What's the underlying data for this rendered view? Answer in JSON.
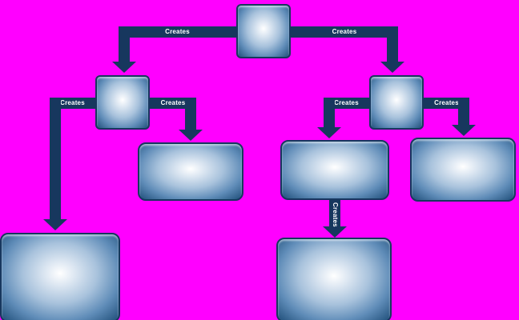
{
  "diagram": {
    "colors": {
      "background": "#FF00FF",
      "connector": "#17375E",
      "label_text": "#FFFFFF",
      "node_border": "#17375E",
      "node_center": "#FFFFFF",
      "node_edge": "#1F4E79"
    },
    "nodes": [
      {
        "id": "root"
      },
      {
        "id": "branch-left"
      },
      {
        "id": "branch-right"
      },
      {
        "id": "leaf-mid-left"
      },
      {
        "id": "leaf-mid-center"
      },
      {
        "id": "leaf-mid-right"
      },
      {
        "id": "leaf-bottom-left"
      },
      {
        "id": "leaf-bottom-center"
      }
    ],
    "connectors": [
      {
        "from": "root",
        "to": "branch-left",
        "label": "Creates",
        "orientation": "horizontal-then-down"
      },
      {
        "from": "root",
        "to": "branch-right",
        "label": "Creates",
        "orientation": "horizontal-then-down"
      },
      {
        "from": "branch-left",
        "to": "leaf-bottom-left",
        "label": "Creates",
        "orientation": "horizontal-then-down"
      },
      {
        "from": "branch-left",
        "to": "leaf-mid-left",
        "label": "Creates",
        "orientation": "horizontal-then-down"
      },
      {
        "from": "branch-right",
        "to": "leaf-mid-center",
        "label": "Creates",
        "orientation": "horizontal-then-down"
      },
      {
        "from": "branch-right",
        "to": "leaf-mid-right",
        "label": "Creates",
        "orientation": "horizontal-then-down"
      },
      {
        "from": "leaf-mid-center",
        "to": "leaf-bottom-center",
        "label": "Creates",
        "orientation": "vertical"
      }
    ]
  }
}
